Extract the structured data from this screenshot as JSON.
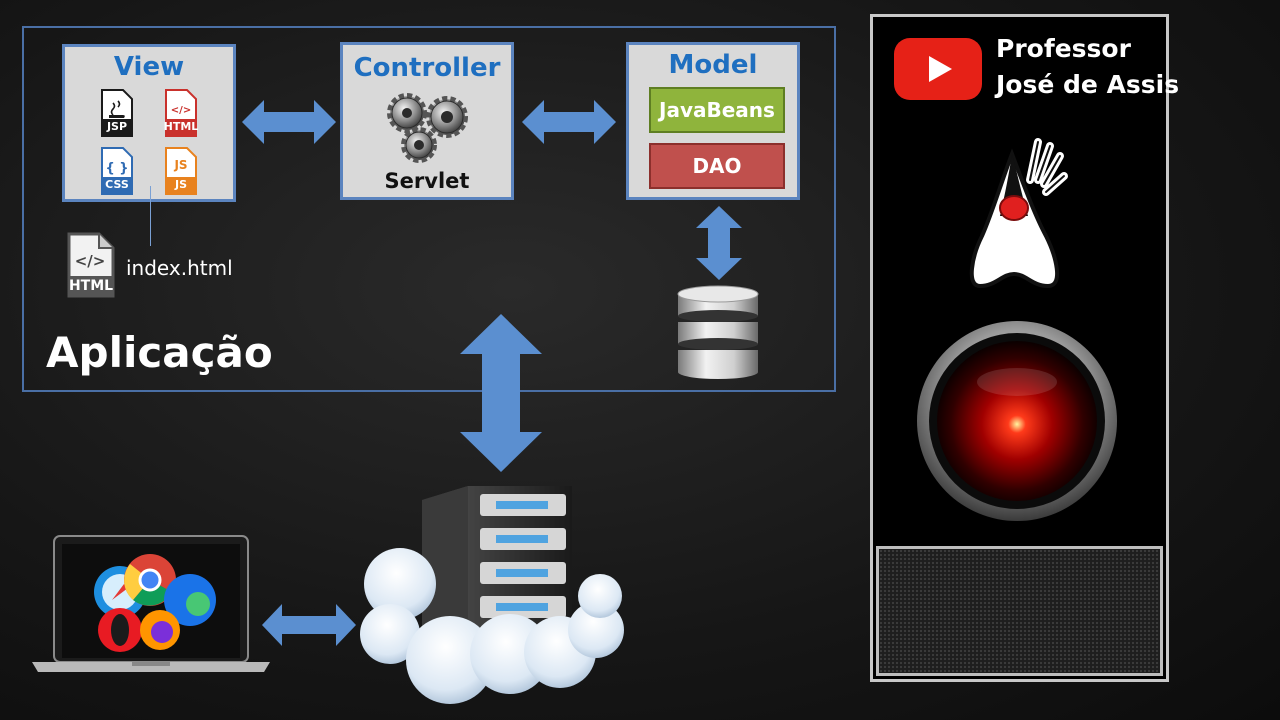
{
  "application": {
    "title": "Aplicação"
  },
  "view": {
    "title": "View",
    "files": [
      {
        "label": "JSP",
        "color": "#1a1a1a",
        "icon": "java-coffee"
      },
      {
        "label": "HTML",
        "color": "#c9312c",
        "icon": "code-brackets"
      },
      {
        "label": "CSS",
        "color": "#2f6bb3",
        "icon": "curly-braces"
      },
      {
        "label": "JS",
        "color": "#e8821e",
        "icon": "js-text"
      }
    ]
  },
  "index_file": {
    "label": "index.html",
    "icon_label": "HTML",
    "icon_color": "#555555"
  },
  "controller": {
    "title": "Controller",
    "label": "Servlet"
  },
  "model": {
    "title": "Model",
    "javabeans": "JavaBeans",
    "dao": "DAO"
  },
  "colors": {
    "accent_blue": "#1f6fc0",
    "arrow_fill": "#5b8fd0",
    "card_bg": "#d9d9d9",
    "javabeans": "#8fb43c",
    "dao": "#c0504d",
    "youtube_red": "#e62117"
  },
  "channel": {
    "line1": "Professor",
    "line2": "José de Assis",
    "icon": "youtube-play-icon"
  }
}
